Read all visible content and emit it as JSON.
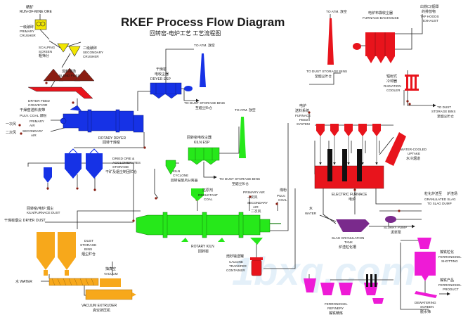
{
  "title": "RKEF Process Flow Diagram",
  "subtitle": "回转窑-电炉工艺 工艺流程图",
  "watermark": "1bxq.com",
  "colors": {
    "yellow": "#f2e600",
    "red": "#e8141c",
    "blue": "#1632e6",
    "green": "#26e81a",
    "orange": "#f7a81b",
    "magenta": "#ee1bd6",
    "purple": "#7a2a8c",
    "brown": "#8a1e12",
    "line": "#222222"
  },
  "labels": {
    "rom_cn": "精矿",
    "rom_en": "RUN-OF-MINE ORE",
    "primary_crusher_cn": "一级破碎",
    "primary_crusher_en1": "PRIMARY",
    "primary_crusher_en2": "CRUSHER",
    "scalping_en1": "SCALPING",
    "scalping_en2": "SCREEN",
    "scalping_cn": "粗筛分",
    "secondary_crusher_cn": "二级破碎",
    "secondary_crusher_en1": "SECONDARY",
    "secondary_crusher_en2": "CRUSHER",
    "blend_cn": "混料堆场",
    "blend_en": "BLEND PILES",
    "dryer_feed_en1": "DRYER FEED",
    "dryer_feed_en2": "CONVEYOR",
    "dryer_feed_cn": "干燥窑送料皮带",
    "pulv_coal_left": "PULV. COAL 煤粉",
    "primary_air_left_cn": "一次风",
    "primary_air_left_en1": "PRIMARY",
    "primary_air_left_en2": "AIR",
    "secondary_air_left_cn": "二次风",
    "secondary_air_left_en1": "SECONDARY",
    "secondary_air_left_en2": "AIR",
    "rotary_dryer_en": "ROTARY DRYER",
    "rotary_dryer_cn": "回转干燥窑",
    "dryer_esp_cn1": "干燥窑",
    "dryer_esp_cn2": "电收尘器",
    "dryer_esp_en": "DRYER ESP",
    "to_atm_1": "TO ATM. 放空",
    "to_dust_1_en": "TO DUST STORAGE BINS",
    "to_dust_1_cn": "至烟尘贮仓",
    "to_atm_2": "TO ATM. 放空",
    "dried_ore_en1": "DRIED ORE &",
    "dried_ore_en2": "AGGLOMERATES",
    "dried_ore_en3": "STORAGE",
    "dried_ore_cn": "干矿及烟尘制团贮仓",
    "kiln_esp_cn": "回转窑电收尘器",
    "kiln_esp_en": "KILN ESP",
    "kiln_cyclone_en1": "KILN",
    "kiln_cyclone_en2": "CYCLONE",
    "kiln_cyclone_cn": "回转窑旋风分离器",
    "to_dust_2_en": "TO DUST STORAGE BINS",
    "to_dust_2_cn": "至烟尘贮仓",
    "reductant_cn": "还原剂",
    "reductant_en1": "REDUCTANT",
    "reductant_en2": "COAL",
    "primary_air_mid_en1": "PRIMARY AIR",
    "primary_air_mid_cn": "一次风",
    "secondary_air_mid_en1": "SECONDARY",
    "secondary_air_mid_en2": "AIR",
    "secondary_air_mid_cn": "二次风",
    "pulv_coal_mid_cn": "煤粉",
    "pulv_coal_mid_en1": "PULV.",
    "pulv_coal_mid_en2": "COAL",
    "rotary_kiln_en": "ROTARY KILN",
    "rotary_kiln_cn": "回转窑",
    "kiln_dust_cn": "回转窑/电炉 烟尘",
    "kiln_dust_en": "KILN/FURNACE DUST",
    "dryer_dust": "干燥窑烟尘 DRYER DUST",
    "dust_bins_en1": "DUST",
    "dust_bins_en2": "STORAGE",
    "dust_bins_en3": "BINS",
    "dust_bins_cn": "烟尘贮仓",
    "water_left": "水 WATER",
    "vacuum_cn": "抽真空",
    "vacuum_en": "VACUUM",
    "extruder_en": "VACUUM EXTRUDER",
    "extruder_cn": "真空挤压机",
    "calcine_cn": "焙砂输送罐",
    "calcine_en1": "CALCINE",
    "calcine_en2": "TRANSFER",
    "calcine_en3": "CONTAINER",
    "to_atm_3": "TO ATM. 放空",
    "furnace_baghouse_cn": "电炉布袋收尘器",
    "furnace_baghouse_en": "FURNACE BAGHOUSE",
    "tap_hood_cn1": "出铁口/烟罩",
    "tap_hood_cn2": "的排放物",
    "tap_hood_en1": "TAP HOODS",
    "tap_hood_en2": "EXHAUST",
    "to_dust_3_en": "TO DUST STORAGE BINS",
    "to_dust_3_cn": "至烟尘贮仓",
    "radiation_cn1": "辐射式",
    "radiation_cn2": "冷却器",
    "radiation_en1": "RADIATION",
    "radiation_en2": "COOLER",
    "furnace_feed_cn1": "电炉",
    "furnace_feed_cn2": "送料系统",
    "furnace_feed_en1": "FURNACE",
    "furnace_feed_en2": "FEED",
    "furnace_feed_en3": "SYSTEM",
    "to_dust_4_en1": "TO DUST",
    "to_dust_4_en2": "STORAGE BINS",
    "to_dust_4_cn": "至烟尘贮仓",
    "uptake_en1": "WATER-COOLED",
    "uptake_en2": "UPTAKE",
    "uptake_cn": "水冷烟道",
    "electric_furnace_en": "ELECTRIC FURNACE",
    "electric_furnace_cn": "电炉",
    "granulated_cn": "粒化炉渣至",
    "granulated_cn2": "炉渣场",
    "granulated_en1": "GRANULATED SLAG",
    "granulated_en2": "TO SLAG DUMP",
    "water_right_cn": "水",
    "water_right_en": "WATER",
    "slurry_pump_en": "SLURRY PUMP",
    "slurry_pump_cn": "泥浆泵",
    "slag_tank_en1": "SLAG GRANULATION",
    "slag_tank_en2": "TANK",
    "slag_tank_cn": "炉渣粒化槽",
    "ferro_shot_cn": "镍铁粒化",
    "ferro_shot_en1": "FERRONICKEL",
    "ferro_shot_en2": "SHOTTING",
    "ferro_product_cn": "镍铁产品",
    "ferro_product_en1": "FERRONICKEL",
    "ferro_product_en2": "PRODUCT",
    "dewatering_en1": "DEWATERING",
    "dewatering_en2": "SCREEN",
    "dewatering_cn": "脱水筛",
    "refinery_en1": "FERRONICKEL",
    "refinery_en2": "REFINERY",
    "refinery_cn": "镍铁精炼"
  }
}
